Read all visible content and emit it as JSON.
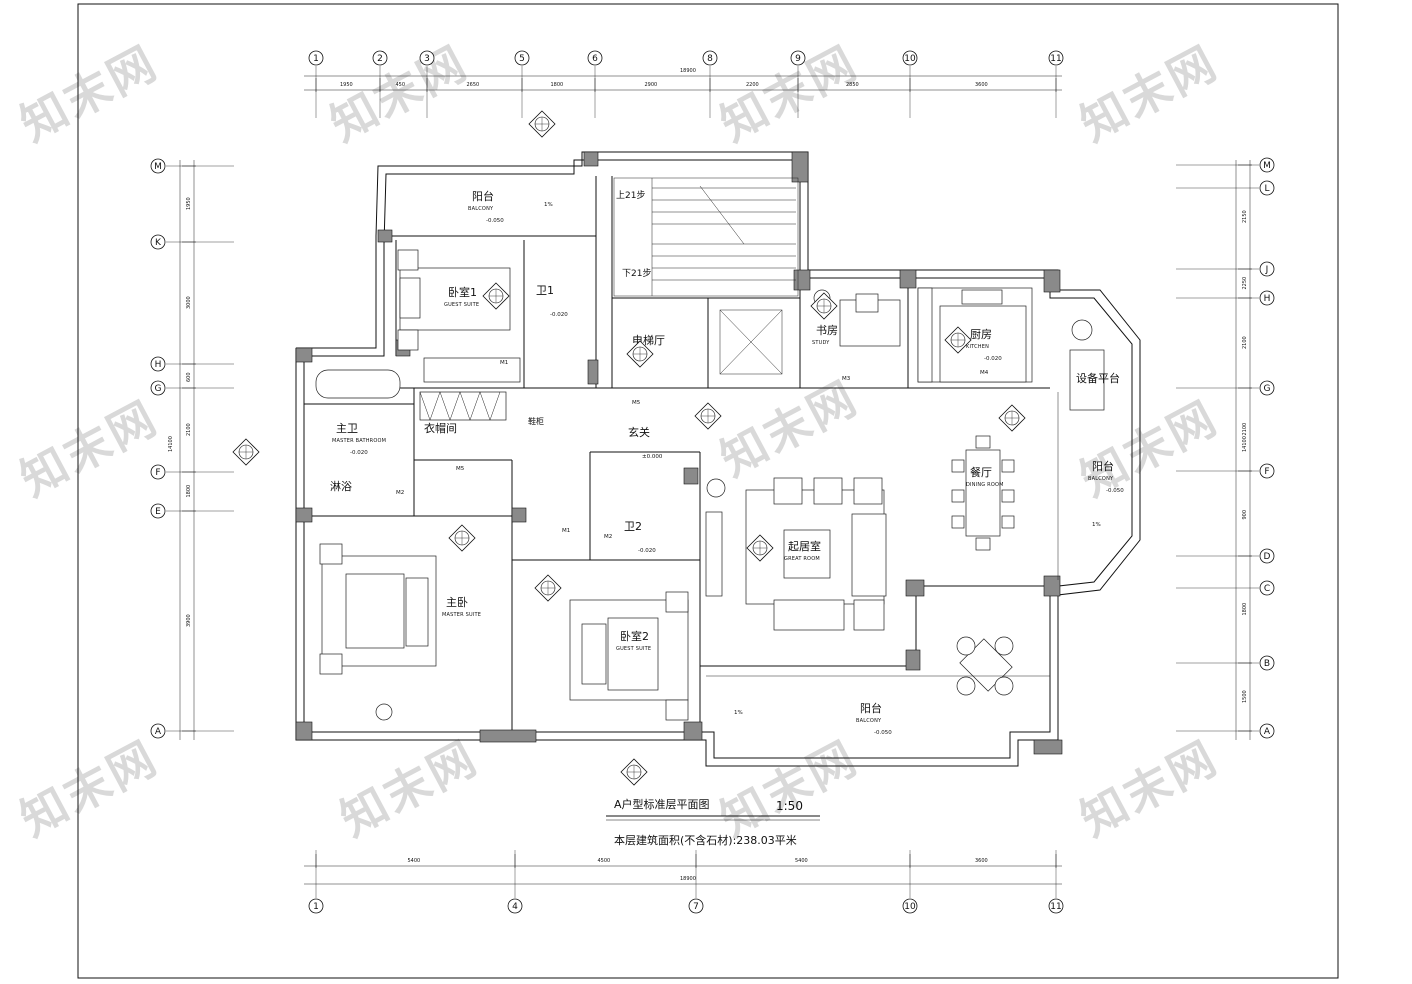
{
  "drawing": {
    "title": "A户型标准层平面图",
    "scale": "1:50",
    "area_note": "本层建筑面积(不含石材):238.03平米",
    "watermark": "知末网"
  },
  "grid": {
    "top_axes": [
      "1",
      "2",
      "3",
      "5",
      "6",
      "8",
      "9",
      "10",
      "11"
    ],
    "bottom_axes": [
      "1",
      "4",
      "7",
      "10",
      "11"
    ],
    "left_axes": [
      "M",
      "K",
      "H",
      "G",
      "F",
      "E",
      "A"
    ],
    "right_axes": [
      "M",
      "L",
      "J",
      "H",
      "G",
      "F",
      "D",
      "C",
      "B",
      "A"
    ]
  },
  "dimensions": {
    "top_total": "18900",
    "top_segments": [
      "1950",
      "450",
      "2650",
      "1800",
      "2900",
      "2200",
      "2850",
      "3600"
    ],
    "bottom_total": "18900",
    "bottom_segments": [
      "5400",
      "4500",
      "5400",
      "3600"
    ],
    "left_total": "14100",
    "left_segments": [
      "1950",
      "3000",
      "600",
      "2100",
      "1800",
      "3900"
    ],
    "right_total": "14100",
    "right_segments": [
      "2150",
      "2250",
      "2100",
      "2100",
      "900",
      "1800",
      "1500"
    ]
  },
  "rooms": [
    {
      "cn": "阳台",
      "en": "BALCONY",
      "level": "-0.050"
    },
    {
      "cn": "卧室1",
      "en": "GUEST SUITE"
    },
    {
      "cn": "主卫",
      "en": "MASTER BATHROOM",
      "level": "-0.020"
    },
    {
      "cn": "衣帽间"
    },
    {
      "cn": "主卧",
      "en": "MASTER SUITE"
    },
    {
      "cn": "卫1",
      "level": "-0.020"
    },
    {
      "cn": "淋浴"
    },
    {
      "cn": "电梯厅"
    },
    {
      "cn": "玄关",
      "level": "±0.000"
    },
    {
      "cn": "书房",
      "en": "STUDY"
    },
    {
      "cn": "厨房",
      "en": "KITCHEN",
      "level": "-0.020"
    },
    {
      "cn": "设备平台"
    },
    {
      "cn": "卫2",
      "level": "-0.020"
    },
    {
      "cn": "卧室2",
      "en": "GUEST SUITE"
    },
    {
      "cn": "起居室",
      "en": "GREAT ROOM"
    },
    {
      "cn": "餐厅",
      "en": "DINING ROOM"
    },
    {
      "cn": "阳台",
      "en": "BALCONY",
      "level": "-0.050"
    },
    {
      "cn": "阳台",
      "en": "BALCONY",
      "level": "-0.050"
    }
  ],
  "labels": {
    "stair_up": "上21步",
    "stair_down": "下21步",
    "shoe": "鞋柜",
    "m1": "M1",
    "m2": "M2",
    "m3": "M3",
    "m4": "M4",
    "m5": "M5",
    "slope": "1%"
  }
}
